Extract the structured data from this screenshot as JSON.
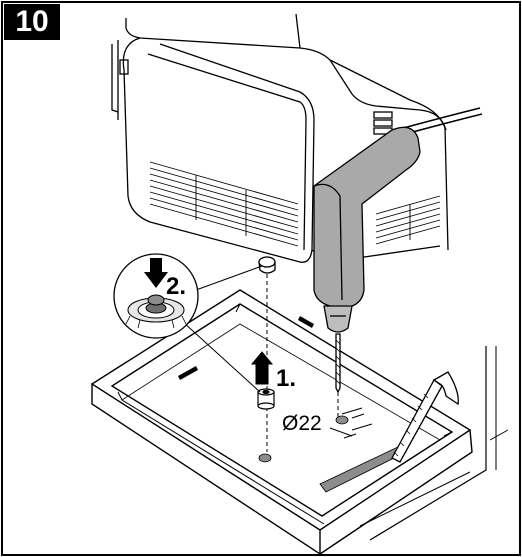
{
  "figure_number": "10",
  "labels": {
    "step1": "1.",
    "step2": "2.",
    "diameter": "Ø22"
  },
  "colors": {
    "line": "#000000",
    "drill_body": "#a9a9a9",
    "drill_chuck": "#bdbdbd",
    "base_mark": "#8c8c8c"
  }
}
